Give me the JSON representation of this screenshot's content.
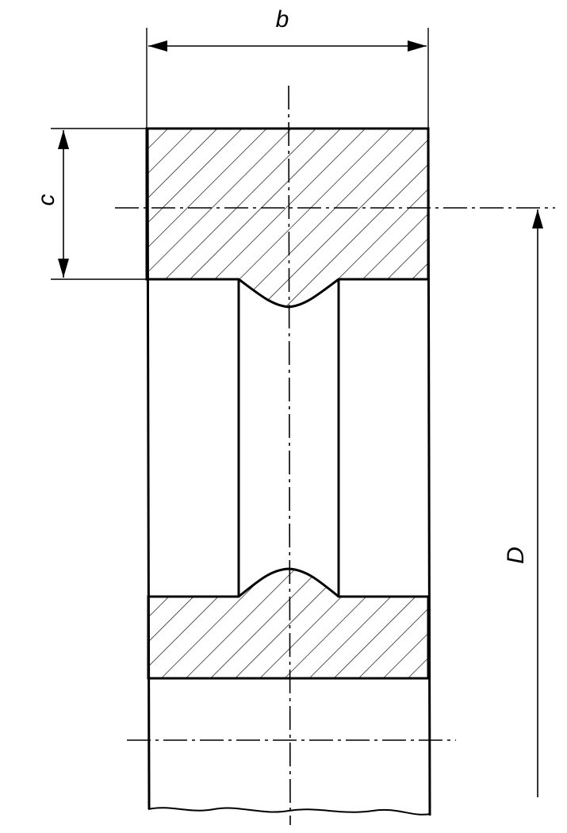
{
  "dimensions": {
    "b": "b",
    "c": "c",
    "D": "D"
  },
  "colors": {
    "line": "#000000",
    "hatch": "#000000",
    "background": "#ffffff"
  }
}
